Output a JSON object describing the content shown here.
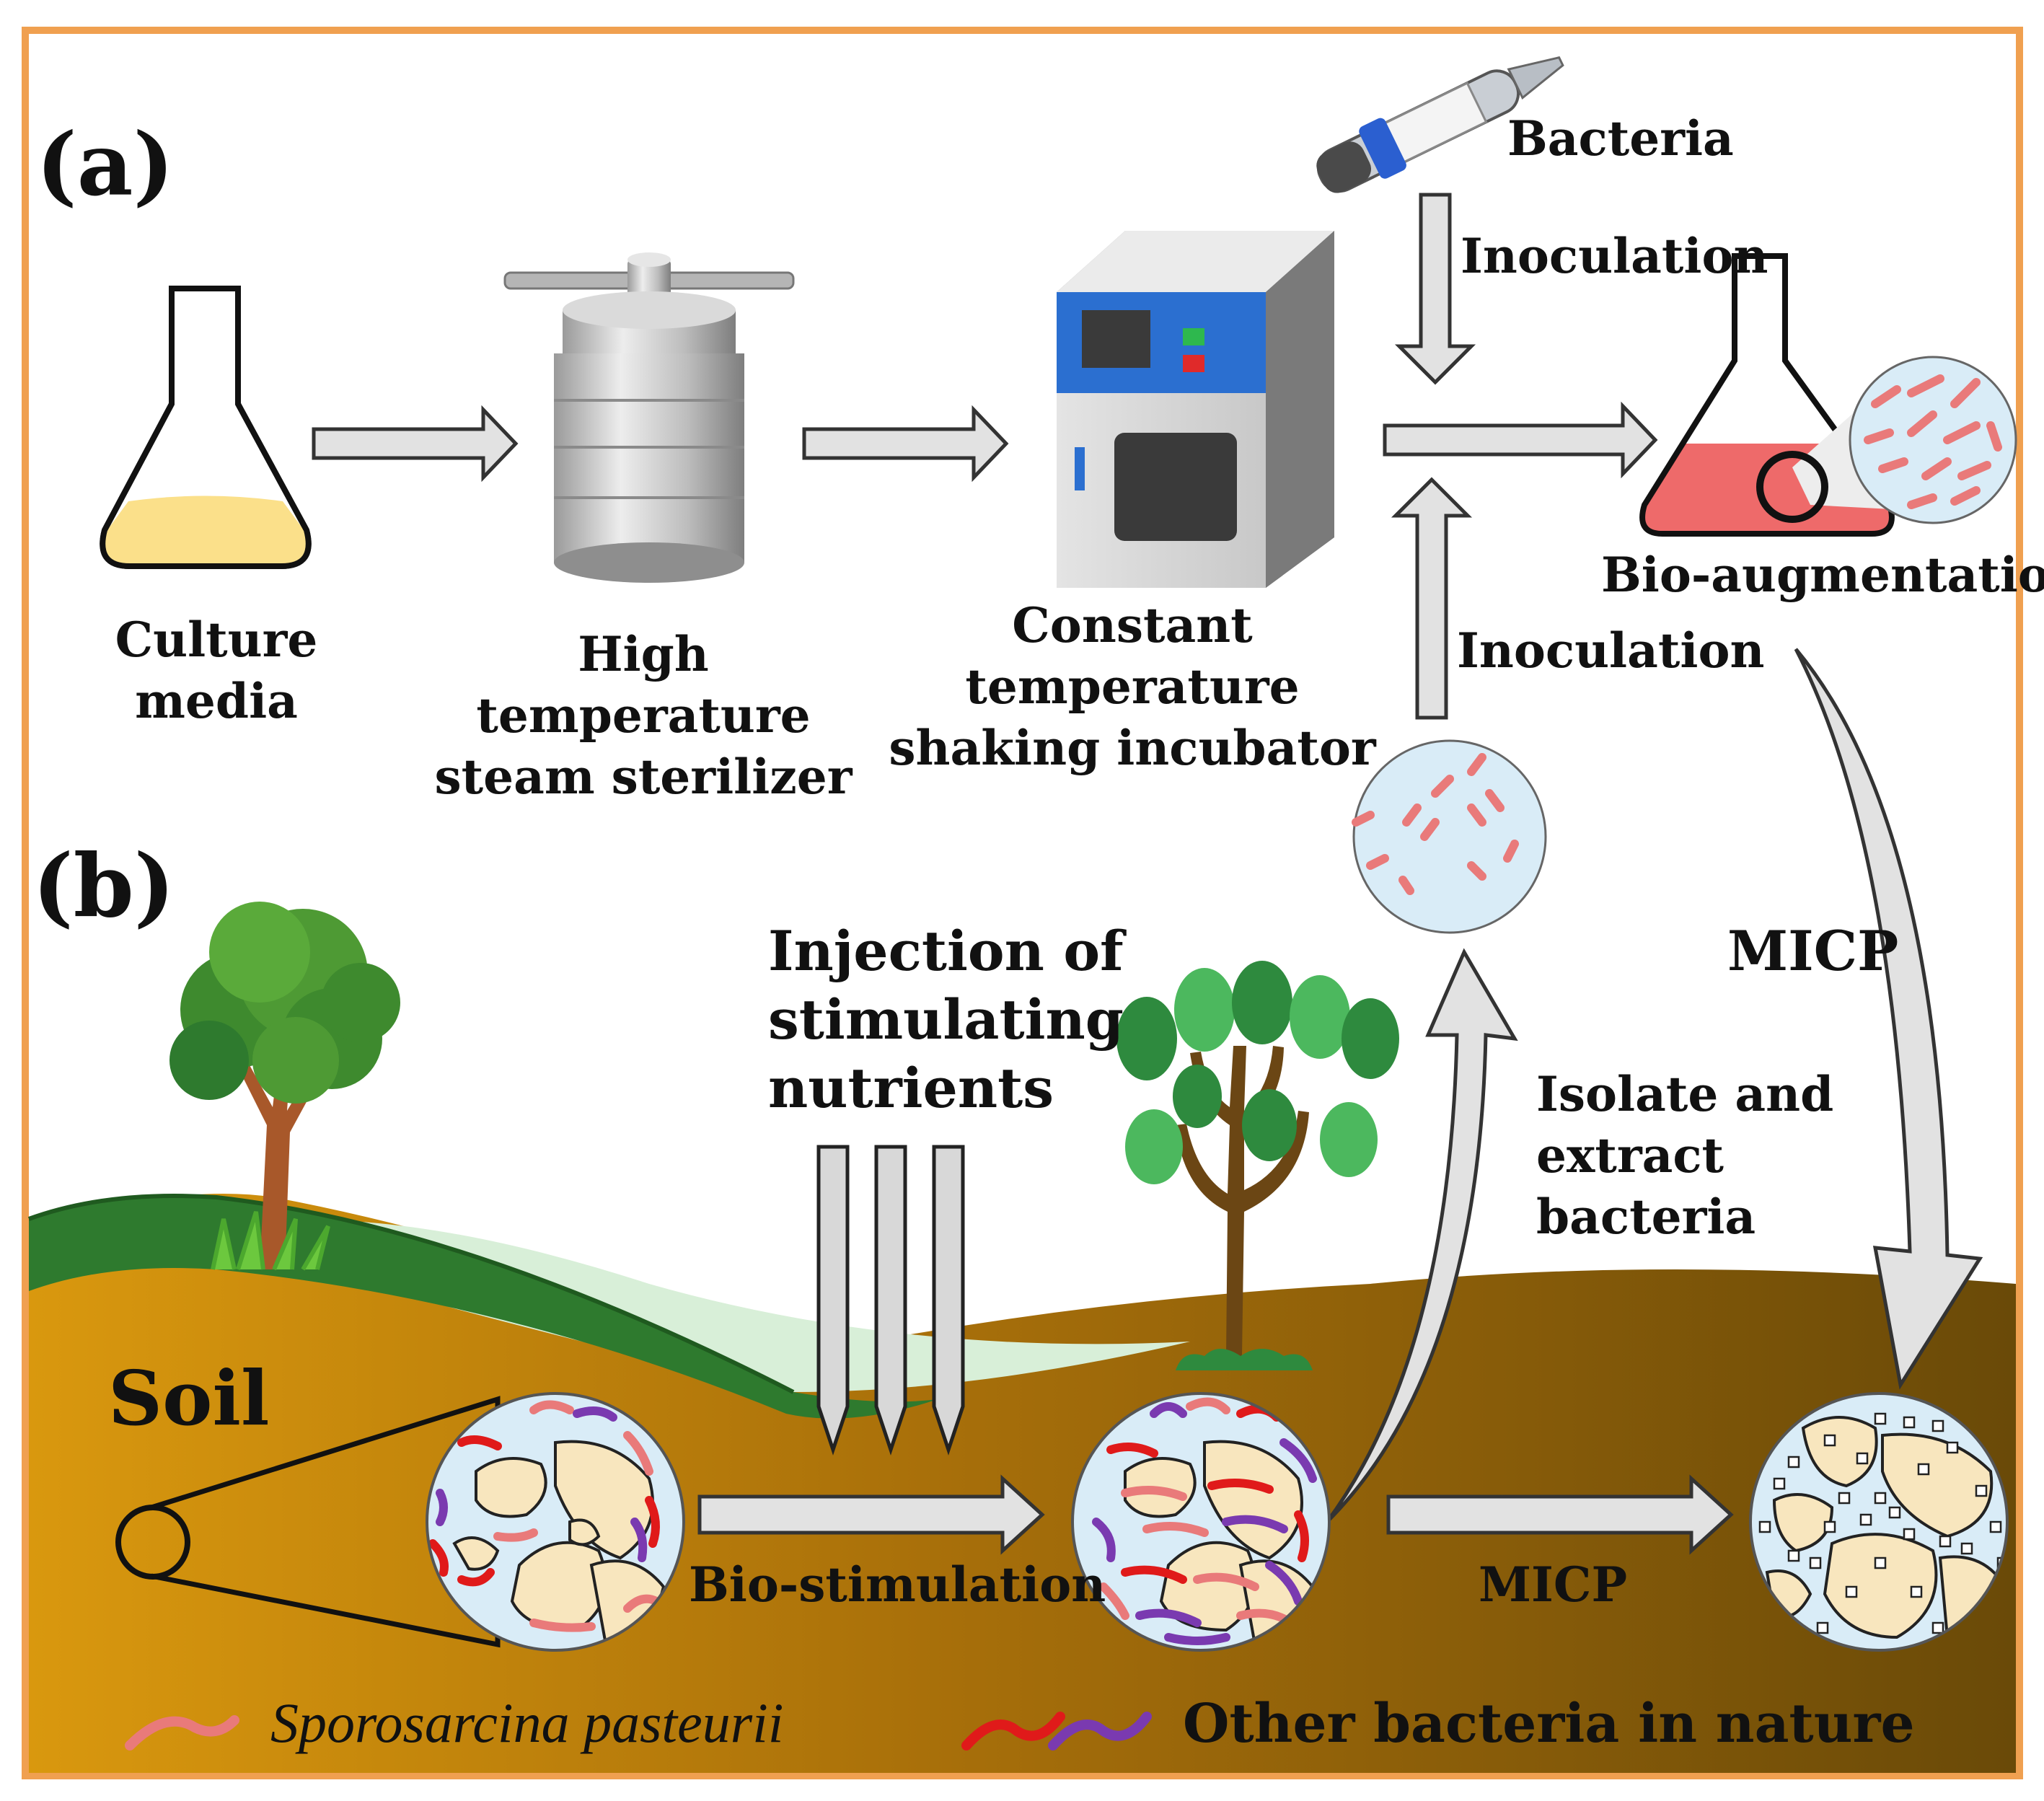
{
  "panels": {
    "a": "(a)",
    "b": "(b)"
  },
  "labels": {
    "culture_media": [
      "Culture",
      "media"
    ],
    "sterilizer": [
      "High",
      "temperature",
      "steam sterilizer"
    ],
    "incubator": [
      "Constant",
      "temperature",
      "shaking incubator"
    ],
    "bacteria": "Bacteria",
    "inoculation_top": "Inoculation",
    "inoculation_bottom": "Inoculation",
    "bio_augmentation": "Bio-augmentation",
    "injection": [
      "Injection of",
      "stimulating",
      "nutrients"
    ],
    "micp_right": "MICP",
    "isolate": [
      "Isolate and",
      "extract",
      "bacteria"
    ],
    "soil": "Soil",
    "bio_stimulation": "Bio-stimulation",
    "micp_bottom": "MICP"
  },
  "legend": {
    "sporosarcina": "Sporosarcina pasteurii",
    "other": "Other bacteria in nature"
  },
  "colors": {
    "frame": "#F0A050",
    "soil_light": "#D89A12",
    "soil_dark": "#5A3A06",
    "grass": "#2E7A2E",
    "micro_bg": "#D9ECF7",
    "sporosarcina": "#E97A7A",
    "red_bacteria": "#E01A1A",
    "purple_bacteria": "#7A3AB0",
    "grain": "#F8E6BE",
    "arrow_fill": "#E2E2E2",
    "media_yellow": "#FBE08A",
    "media_red": "#EE6A6A"
  }
}
